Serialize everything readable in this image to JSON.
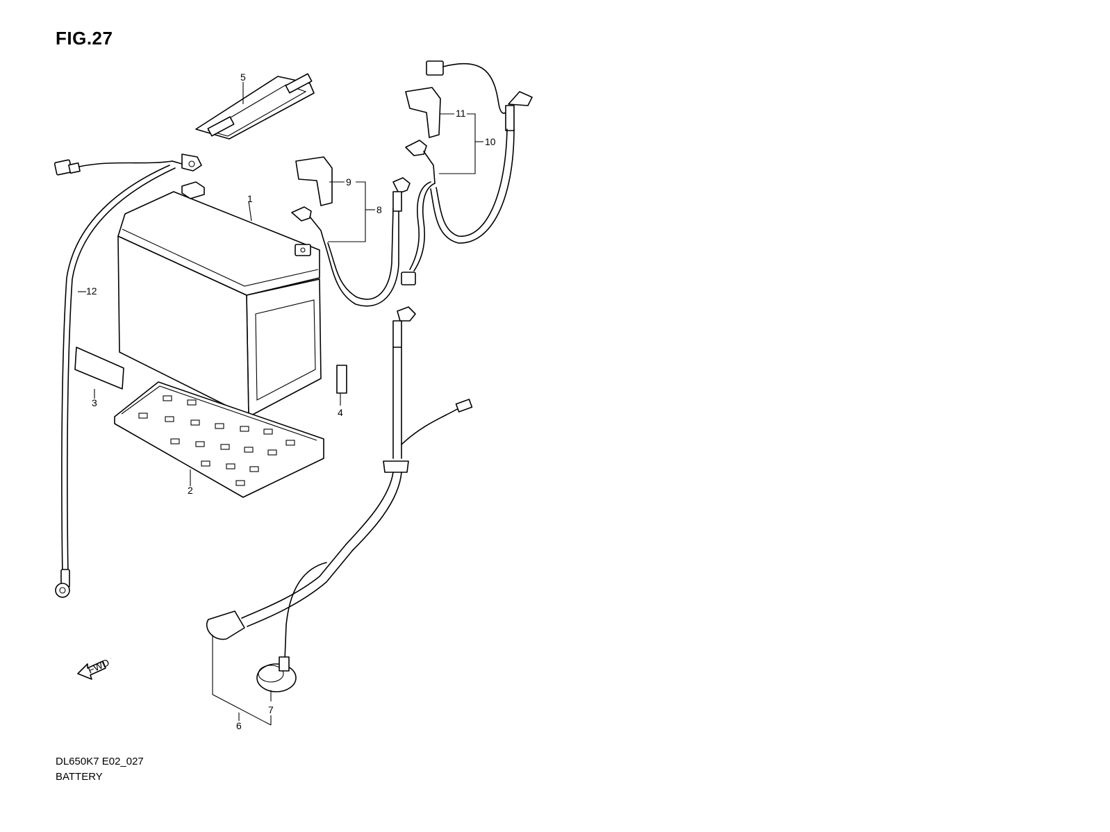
{
  "figure": {
    "title": "FIG.27"
  },
  "footer": {
    "code": "DL650K7 E02_027",
    "name": "BATTERY"
  },
  "fwd_arrow": {
    "text": "FWD"
  },
  "callouts": [
    {
      "id": "1",
      "part": "battery"
    },
    {
      "id": "2",
      "part": "battery-tray"
    },
    {
      "id": "3",
      "part": "label-pad"
    },
    {
      "id": "4",
      "part": "small-pad"
    },
    {
      "id": "5",
      "part": "battery-strap"
    },
    {
      "id": "6",
      "part": "ground-lead"
    },
    {
      "id": "7",
      "part": "sensor-cap"
    },
    {
      "id": "8",
      "part": "positive-lead"
    },
    {
      "id": "9",
      "part": "terminal-cover-a"
    },
    {
      "id": "10",
      "part": "harness-lead"
    },
    {
      "id": "11",
      "part": "terminal-cover-b"
    },
    {
      "id": "12",
      "part": "ground-wire"
    }
  ]
}
